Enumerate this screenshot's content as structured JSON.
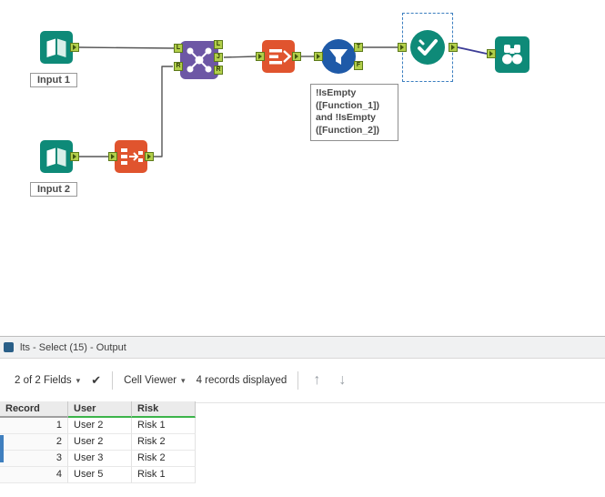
{
  "canvas": {
    "input1_label": "Input 1",
    "input2_label": "Input 2",
    "filter_tooltip": "!IsEmpty\n([Function_1])\nand !IsEmpty\n([Function_2])",
    "anchors": {
      "join_in_top": "L",
      "join_in_bottom": "R",
      "join_out_top": "L",
      "join_out_mid": "J",
      "join_out_bottom": "R",
      "filter_out_true": "T",
      "filter_out_false": "F"
    }
  },
  "results": {
    "title": "lts - Select (15) - Output",
    "toolbar": {
      "fields_dropdown": "2 of 2 Fields",
      "cell_viewer_dropdown": "Cell Viewer",
      "records_text": "4 records displayed",
      "up_arrow": "↑",
      "down_arrow": "↓",
      "check": "✔",
      "caret": "▾"
    },
    "table": {
      "headers": [
        "Record",
        "User",
        "Risk"
      ],
      "rows": [
        {
          "record": "1",
          "user": "User 2",
          "risk": "Risk 1"
        },
        {
          "record": "2",
          "user": "User 2",
          "risk": "Risk 2"
        },
        {
          "record": "3",
          "user": "User 3",
          "risk": "Risk 2"
        },
        {
          "record": "4",
          "user": "User 5",
          "risk": "Risk 1"
        }
      ]
    }
  },
  "colors": {
    "teal": "#0e8a78",
    "purple": "#6d57a5",
    "orange": "#e0542e",
    "blue": "#1f5aa8",
    "anchor_green": "#b2cf4a",
    "header_green": "#3cb44a",
    "selection_blue": "#3c7fc0"
  }
}
